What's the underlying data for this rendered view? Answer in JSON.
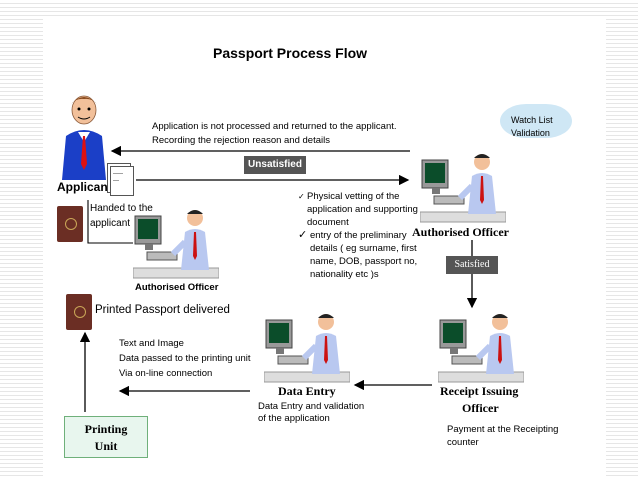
{
  "title": "Passport Process Flow",
  "applicant": {
    "label": "Applicant"
  },
  "watch_list": {
    "line1": "Watch List",
    "line2": "Validation"
  },
  "rejection": {
    "line1": "Application is not processed and returned to the applicant.",
    "line2": "Recording the rejection reason and details"
  },
  "unsatisfied": "Unsatisfied",
  "satisfied": "Satisfied",
  "handed": {
    "line1": "Handed to the",
    "line2": "applicant"
  },
  "authorised_officer_1": "Authorised Officer",
  "authorised_officer_2": "Authorised Officer",
  "vetting": {
    "item1": [
      "Physical vetting of the",
      "application and supporting",
      "document"
    ],
    "item2": [
      "entry of the preliminary",
      "details ( eg surname, first",
      "name, DOB, passport no,",
      "nationality etc )s"
    ]
  },
  "printed_delivered": "Printed Passport delivered",
  "text_image": {
    "line1": "Text and Image",
    "line2": "Data passed to the printing unit",
    "line3": "Via on-line connection"
  },
  "data_entry": {
    "label": "Data Entry",
    "desc1": "Data Entry and  validation",
    "desc2": " of the application"
  },
  "receipt": {
    "line1": "Receipt Issuing",
    "line2": "Officer",
    "desc1": "Payment at the Receipting",
    "desc2": "counter"
  },
  "printing_unit": {
    "line1": "Printing",
    "line2": "Unit"
  },
  "glyphs": {
    "check": "✓",
    "doc_lines": "-----\n---"
  }
}
